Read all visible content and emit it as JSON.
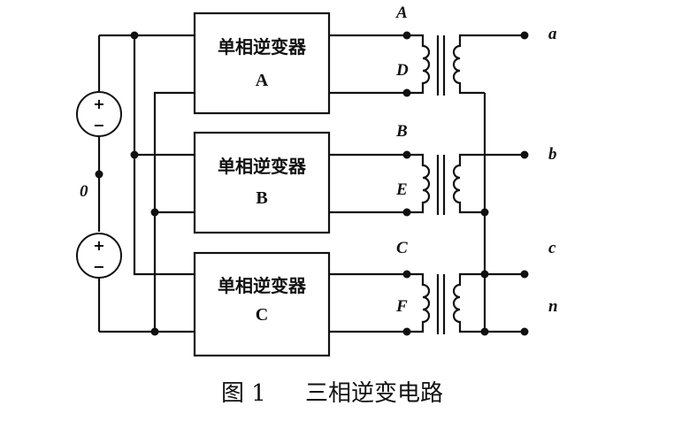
{
  "blocks": [
    {
      "title": "单相逆变器",
      "id": "A"
    },
    {
      "title": "单相逆变器",
      "id": "B"
    },
    {
      "title": "单相逆变器",
      "id": "C"
    }
  ],
  "inverter_terminals": [
    "A",
    "D",
    "B",
    "E",
    "C",
    "F"
  ],
  "output_terminals": [
    "a",
    "b",
    "c",
    "n"
  ],
  "neutral_label": "0",
  "source_symbols": {
    "plus": "+",
    "minus": "−"
  },
  "caption": {
    "figure_number": "图 1",
    "title": "三相逆变电路"
  }
}
